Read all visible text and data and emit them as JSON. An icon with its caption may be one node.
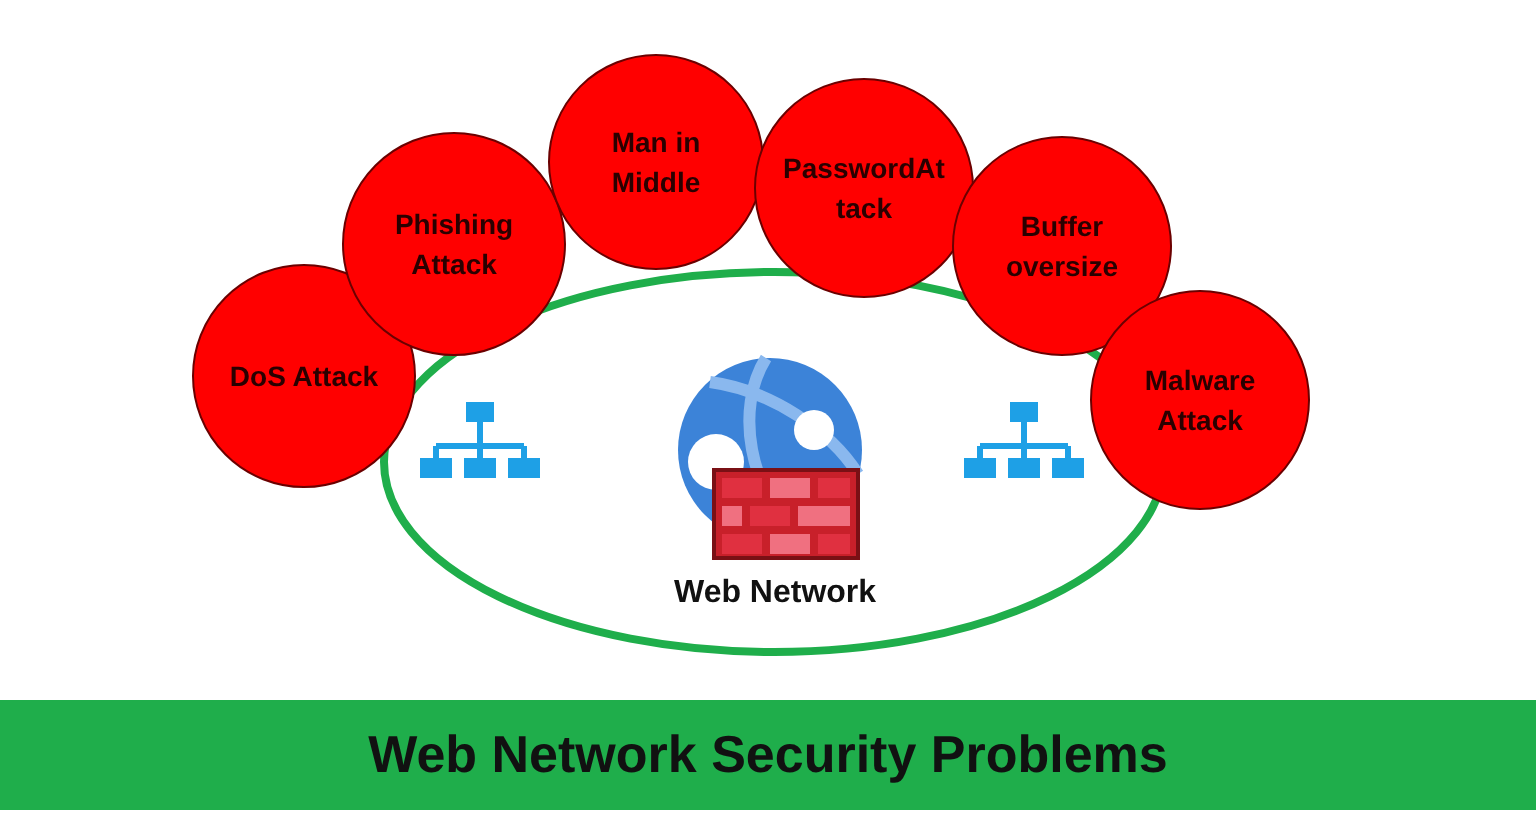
{
  "diagram": {
    "title": "Web Network Security Problems",
    "nodes": [
      {
        "text": [
          "DoS Attack"
        ]
      },
      {
        "text": [
          "Phishing Attack"
        ]
      },
      {
        "text": [
          "Man in Middle"
        ]
      },
      {
        "text": [
          "PasswordAttack"
        ]
      },
      {
        "text": [
          "Buffer oversize"
        ]
      },
      {
        "text": [
          "Malware Attack"
        ]
      },
      {
        "text": [
          "Web Network"
        ]
      }
    ]
  }
}
